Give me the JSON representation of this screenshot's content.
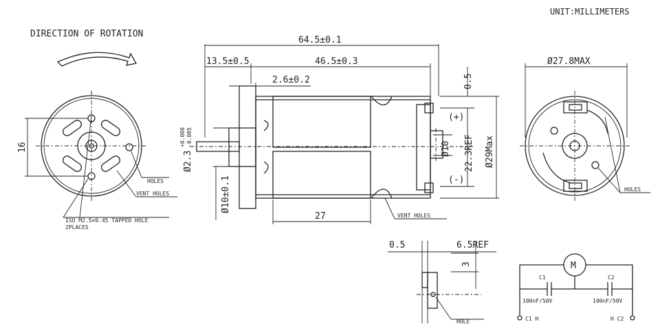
{
  "header": {
    "unit": "UNIT:MILLIMETERS"
  },
  "rotation": {
    "title": "DIRECTION OF ROTATION"
  },
  "front_view": {
    "dim_16": "16",
    "callouts": {
      "holes": "HOLES",
      "vent_holes": "VENT HOLES",
      "tapped_hole": "ISO M2.5×0.45 TAPPED HOLE",
      "places": "2PLACES"
    }
  },
  "side_view": {
    "overall_length": "64.5±0.1",
    "boss_length": "13.5±0.5",
    "body_length": "46.5±0.3",
    "gap": "2.6±0.2",
    "top_offset": "0.5",
    "shaft_dia": "Ø2.3",
    "shaft_tol_upper": "+0.000",
    "shaft_tol_lower": "-0.005",
    "boss_dia": "Ø10±0.1",
    "plus": "(+)",
    "minus": "(-)",
    "terminal_dia": "Ø10",
    "ref_height": "22.3REF",
    "max_dia": "Ø29Max",
    "bottom_length": "27",
    "vent_holes": "VENT HOLES"
  },
  "rear_view": {
    "max_dia": "Ø27.8MAX",
    "holes": "HOLES"
  },
  "terminal_detail": {
    "left_dim": "0.5",
    "right_dim": "6.5REF",
    "height_dim": "3",
    "hole": "HOLE"
  },
  "schematic": {
    "motor": "M",
    "c1_label": "C1",
    "c1_value": "100nF/50V",
    "c2_label": "C2",
    "c2_value": "100nF/50V",
    "left_term": "C1 H",
    "right_term": "H C2"
  }
}
